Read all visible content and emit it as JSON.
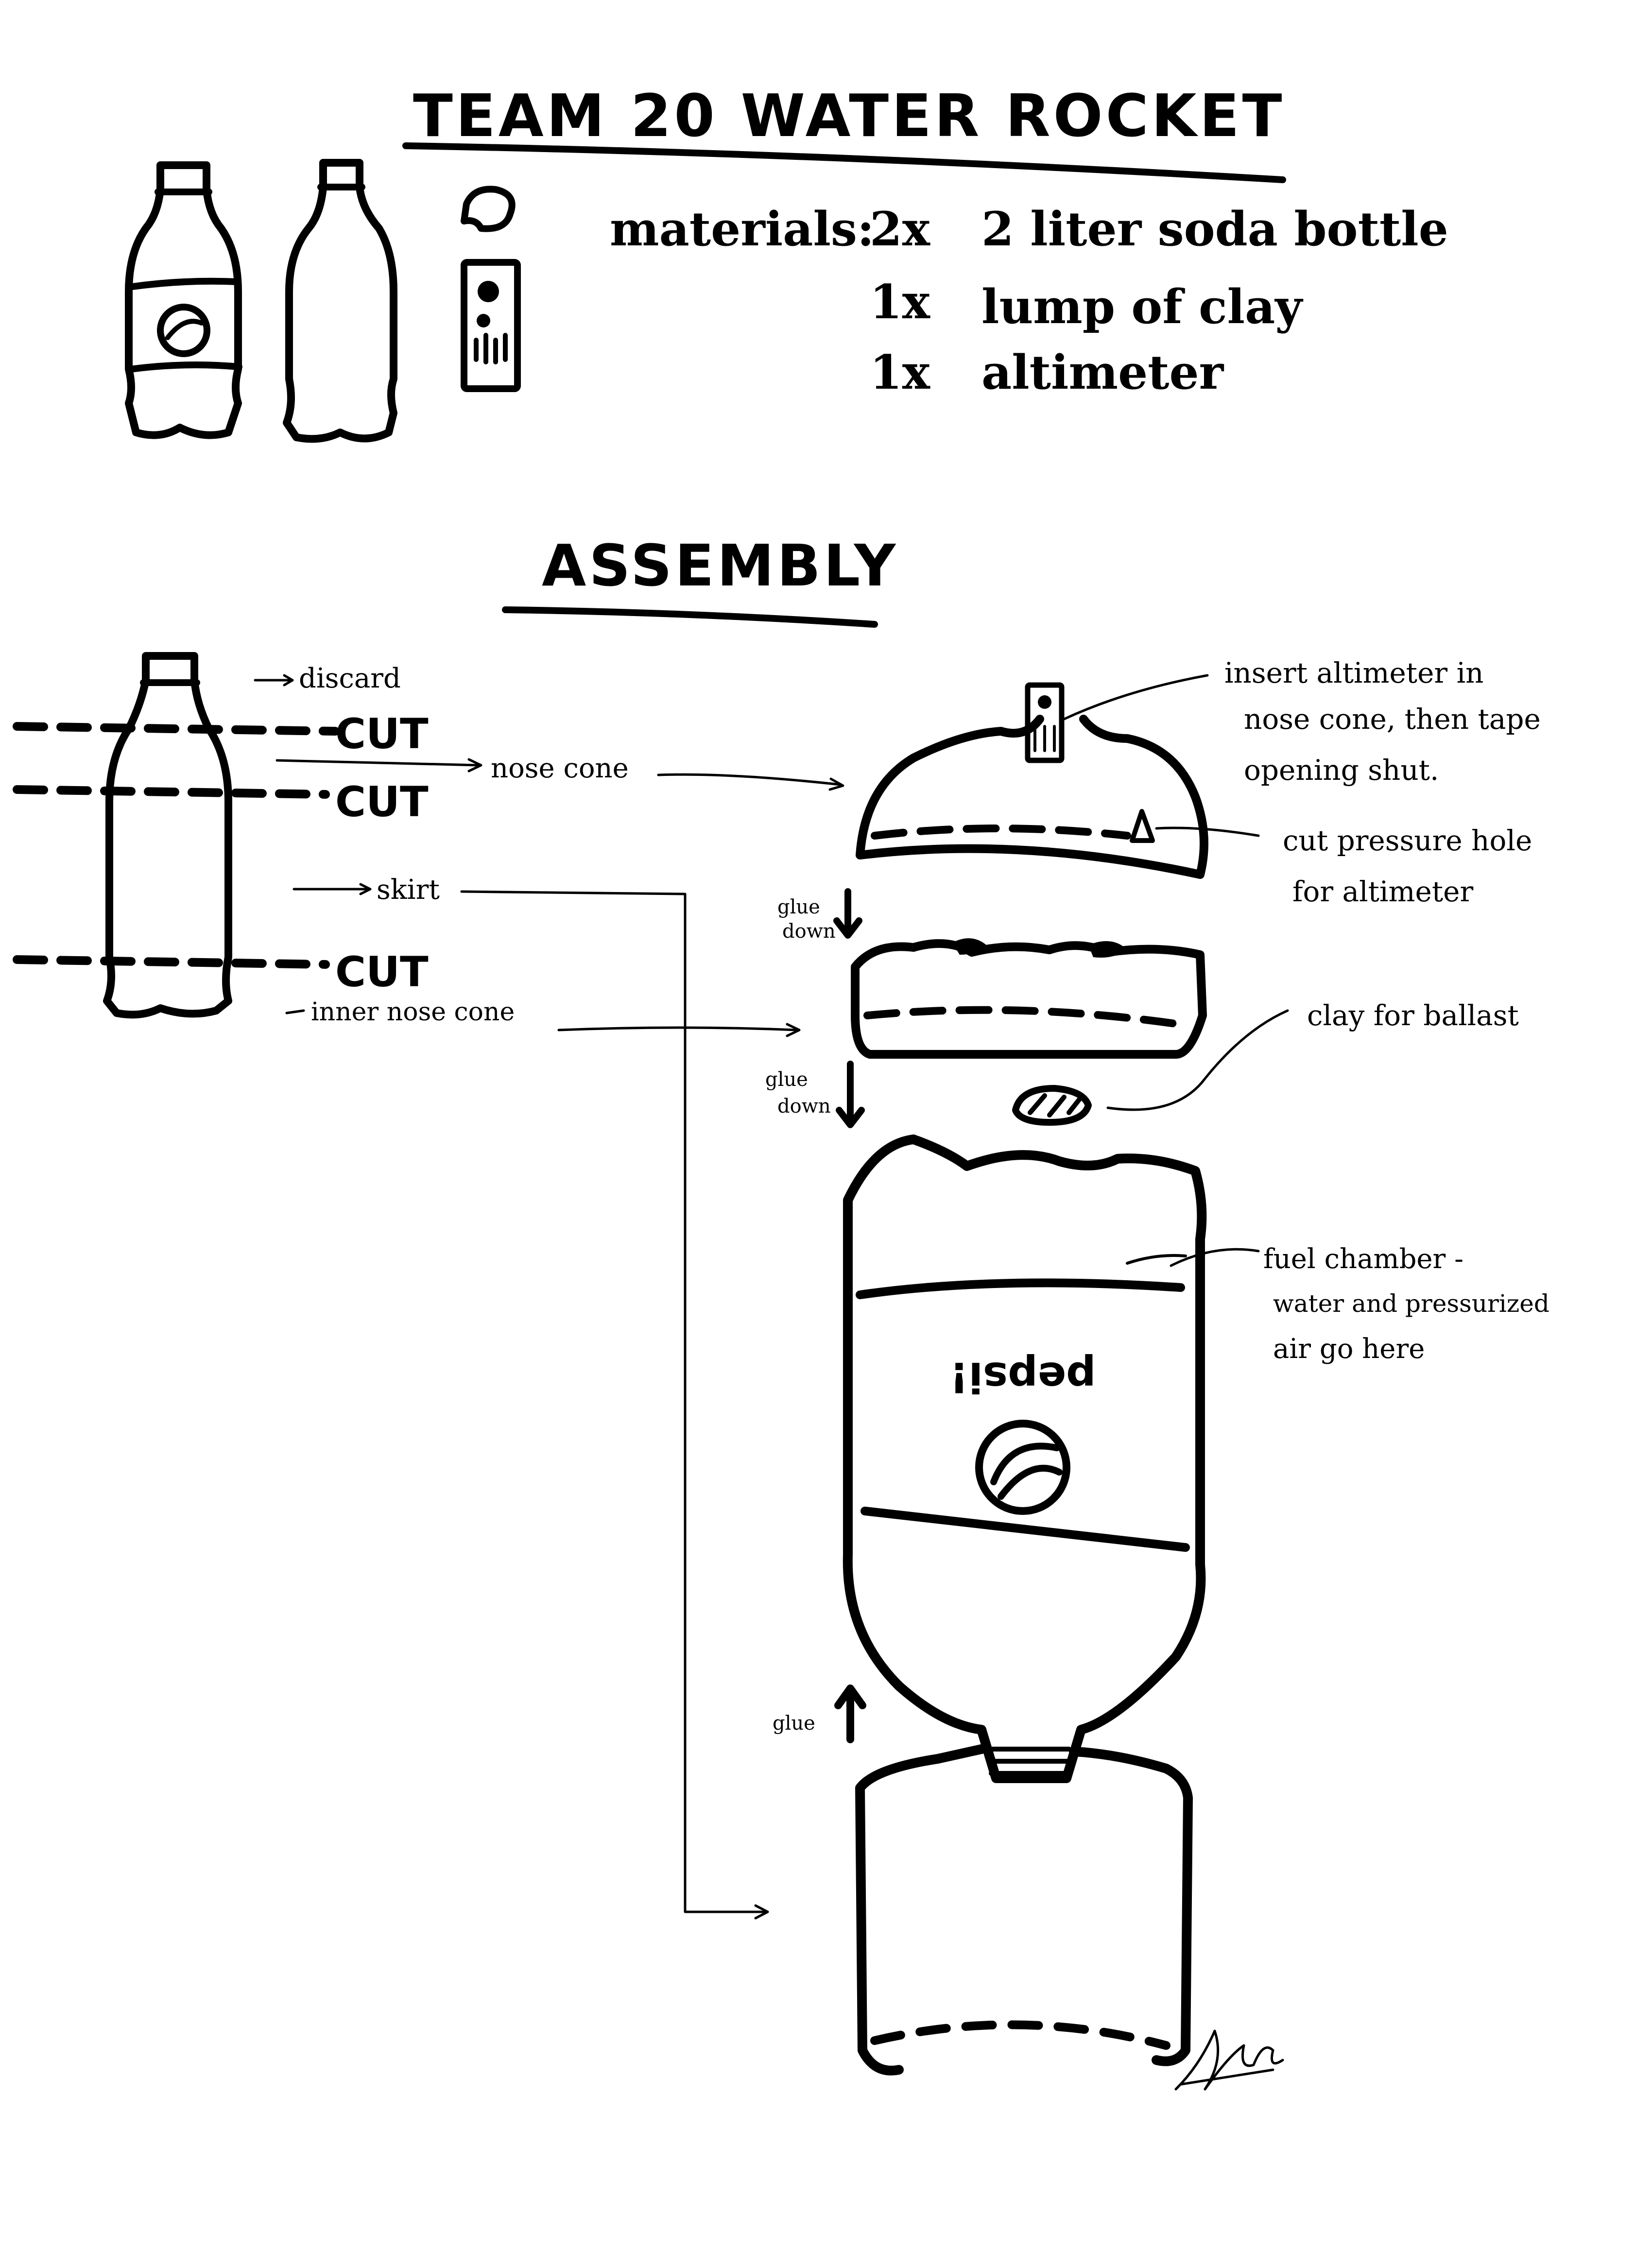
{
  "title": "TEAM 20 WATER ROCKET",
  "materials": {
    "label": "materials:",
    "items": [
      {
        "qty": "2x",
        "name": "2 liter soda bottle"
      },
      {
        "qty": "1x",
        "name": "lump of clay"
      },
      {
        "qty": "1x",
        "name": "altimeter"
      }
    ]
  },
  "assembly": {
    "heading": "ASSEMBLY",
    "cut_labels": [
      "CUT",
      "CUT",
      "CUT"
    ],
    "part_labels": {
      "discard": "discard",
      "nose_cone": "nose cone",
      "skirt": "skirt",
      "inner_nose_cone": "inner nose cone"
    },
    "glue_labels": {
      "glue_down_1": [
        "glue",
        "down"
      ],
      "glue_down_2": [
        "glue",
        "down"
      ],
      "glue": "glue"
    },
    "notes": {
      "altimeter": [
        "insert altimeter in",
        "nose cone, then tape",
        "opening shut."
      ],
      "pressure_hole": [
        "cut pressure hole",
        "for altimeter"
      ],
      "clay": "clay for ballast",
      "fuel": [
        "fuel chamber -",
        "water and pressurized",
        "air go here"
      ]
    },
    "bottle_brand": "pepsi!"
  },
  "signature": "signature"
}
